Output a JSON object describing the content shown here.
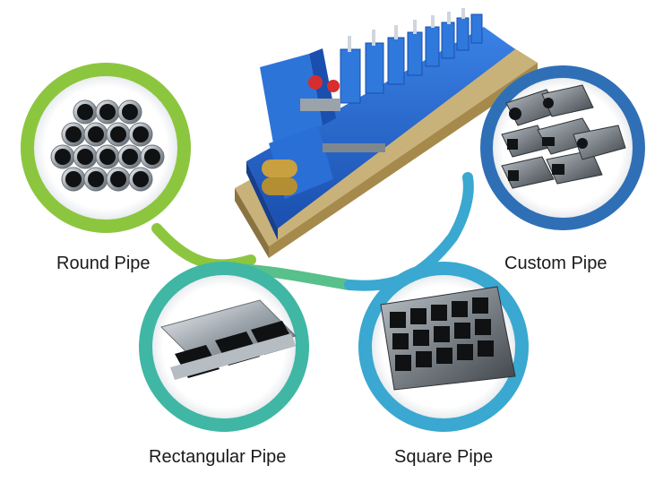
{
  "labels": {
    "round": "Round Pipe",
    "custom": "Custom Pipe",
    "rectangular": "Rectangular Pipe",
    "square": "Square Pipe"
  },
  "colors": {
    "green": "#8cc63f",
    "teal": "#3fb7a4",
    "cyan": "#3aa8d0",
    "blue": "#2f6fb6",
    "machine_blue": "#1f5fc9",
    "brass": "#b99a55"
  },
  "icons": {
    "round": "round-pipe-bundle-icon",
    "custom": "custom-pipe-pile-icon",
    "rectangular": "rectangular-pipe-icon",
    "square": "square-pipe-stack-icon",
    "machine": "pipe-mill-machine-icon"
  }
}
